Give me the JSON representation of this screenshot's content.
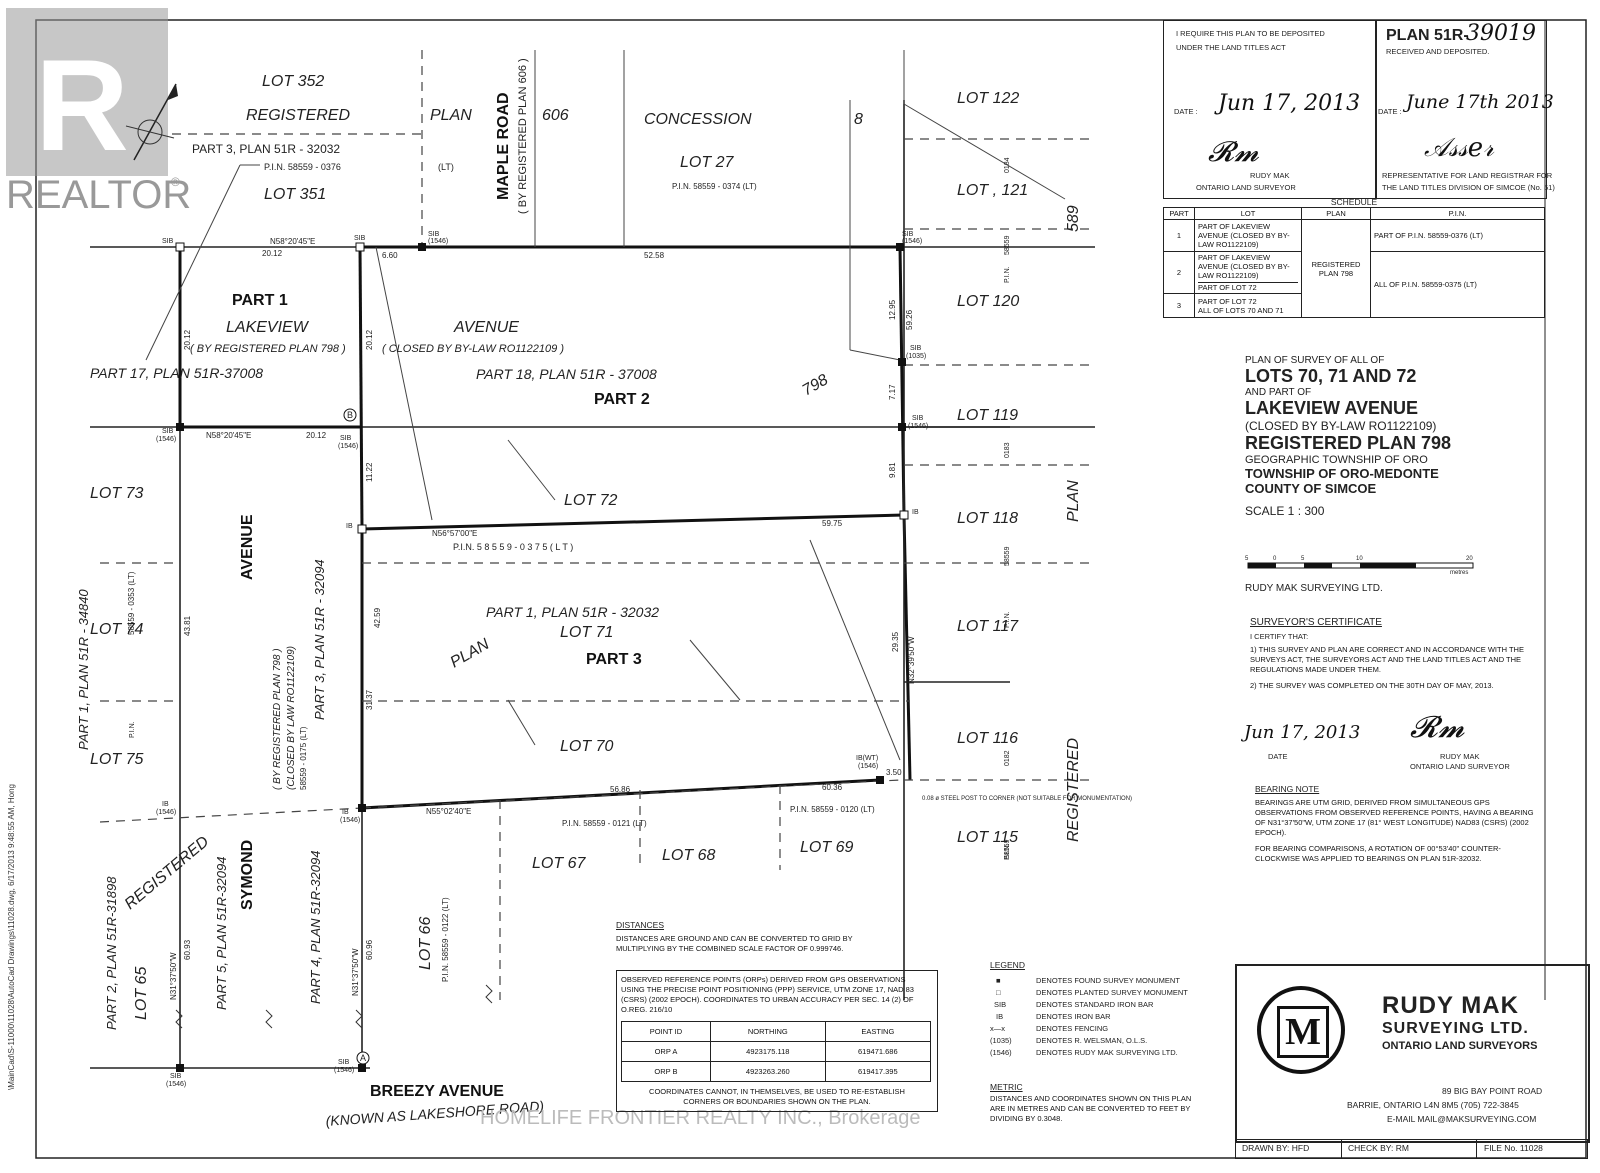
{
  "watermark": {
    "brand": "REALTOR",
    "footer": "HOMELIFE FRONTIER REALTY INC., Brokerage",
    "side_path": "\\MainCad\\S-11000\\11028\\AutoCad Drawings\\11028.dwg, 6/17/2013 9:48:55 AM, Hong"
  },
  "header_left": {
    "line1": "I REQUIRE THIS PLAN TO BE DEPOSITED",
    "line2": "UNDER THE LAND TITLES ACT",
    "date_label": "DATE :",
    "date_value": "Jun 17, 2013",
    "signer": "RUDY MAK",
    "signer_title": "ONTARIO LAND SURVEYOR"
  },
  "header_right": {
    "plan_label": "PLAN 51R-",
    "plan_number": "39019",
    "received": "RECEIVED AND DEPOSITED.",
    "date_label": "DATE :",
    "date_value": "June 17th 2013",
    "rep_line1": "REPRESENTATIVE FOR LAND REGISTRAR FOR",
    "rep_line2": "THE LAND TITLES DIVISION OF SIMCOE (No. 51)"
  },
  "schedule": {
    "title": "SCHEDULE",
    "headers": [
      "PART",
      "LOT",
      "PLAN",
      "P.I.N."
    ],
    "rows": [
      {
        "part": "1",
        "lot": "PART OF LAKEVIEW AVENUE (CLOSED BY BY-LAW RO1122109)",
        "pin": "PART OF P.I.N. 58559-0376 (LT)"
      },
      {
        "part": "2",
        "lot": "PART OF LAKEVIEW AVENUE (CLOSED BY BY-LAW RO1122109)",
        "lot2": "PART OF LOT 72",
        "pin": "ALL OF P.I.N. 58559-0375 (LT)"
      },
      {
        "part": "3",
        "lot": "PART OF LOT 72",
        "lot2": "ALL OF LOTS 70 AND 71"
      }
    ],
    "plan_cell": "REGISTERED PLAN 798"
  },
  "title_block": {
    "l1": "PLAN OF SURVEY OF ALL OF",
    "l2": "LOTS 70, 71 AND 72",
    "l3": "AND PART OF",
    "l4": "LAKEVIEW AVENUE",
    "l5": "(CLOSED BY BY-LAW RO1122109)",
    "l6": "REGISTERED PLAN 798",
    "l7": "GEOGRAPHIC TOWNSHIP OF ORO",
    "l8": "TOWNSHIP OF ORO-MEDONTE",
    "l9": "COUNTY OF SIMCOE",
    "scale": "SCALE  1 :  300",
    "scale_ticks": [
      "5",
      "0",
      "5",
      "10",
      "20"
    ],
    "scale_unit": "metres",
    "company": "RUDY MAK SURVEYING LTD."
  },
  "certificate": {
    "title": "SURVEYOR'S CERTIFICATE",
    "intro": "I CERTIFY THAT:",
    "p1": "1) THIS SURVEY AND PLAN ARE CORRECT AND IN ACCORDANCE WITH THE SURVEYS ACT, THE SURVEYORS ACT AND THE LAND TITLES ACT AND THE REGULATIONS MADE UNDER THEM.",
    "p2": "2) THE SURVEY WAS COMPLETED ON THE 30TH DAY OF MAY, 2013.",
    "date_value": "Jun 17, 2013",
    "date_label": "DATE",
    "signer": "RUDY MAK",
    "signer_title": "ONTARIO LAND SURVEYOR"
  },
  "bearing_note": {
    "title": "BEARING NOTE",
    "p1": "BEARINGS ARE UTM GRID, DERIVED FROM SIMULTANEOUS GPS OBSERVATIONS FROM OBSERVED REFERENCE POINTS, HAVING A BEARING OF N31°37'50\"W, UTM ZONE 17 (81° WEST LONGITUDE) NAD83 (CSRS) (2002 EPOCH).",
    "p2": "FOR BEARING COMPARISONS, A ROTATION OF 00°53'40\" COUNTER-CLOCKWISE WAS APPLIED TO BEARINGS ON PLAN 51R-32032."
  },
  "distances": {
    "title": "DISTANCES",
    "text": "DISTANCES ARE GROUND AND CAN BE CONVERTED TO GRID BY MULTIPLYING BY THE COMBINED SCALE FACTOR OF 0.999746.",
    "orp_text": "OBSERVED REFERENCE POINTS (ORPs) DERIVED FROM GPS OBSERVATIONS USING THE PRECISE POINT POSITIONING (PPP) SERVICE, UTM ZONE 17, NAD 83 (CSRS) (2002 EPOCH). COORDINATES TO URBAN ACCURACY PER SEC. 14 (2) OF O.REG. 216/10",
    "headers": [
      "POINT ID",
      "NORTHING",
      "EASTING"
    ],
    "rows": [
      [
        "ORP A",
        "4923175.118",
        "619471.686"
      ],
      [
        "ORP B",
        "4923263.260",
        "619417.395"
      ]
    ],
    "foot": "COORDINATES CANNOT, IN THEMSELVES, BE USED TO RE-ESTABLISH CORNERS OR BOUNDARIES SHOWN ON THE PLAN."
  },
  "legend": {
    "title": "LEGEND",
    "items": [
      {
        "sym": "■",
        "text": "DENOTES  FOUND SURVEY MONUMENT"
      },
      {
        "sym": "□",
        "text": "DENOTES  PLANTED SURVEY MONUMENT"
      },
      {
        "sym": "SIB",
        "text": "DENOTES  STANDARD IRON BAR"
      },
      {
        "sym": "IB",
        "text": "DENOTES  IRON BAR"
      },
      {
        "sym": "x—x",
        "text": "DENOTES  FENCING"
      },
      {
        "sym": "(1035)",
        "text": "DENOTES  R. WELSMAN, O.L.S."
      },
      {
        "sym": "(1546)",
        "text": "DENOTES  RUDY MAK SURVEYING LTD."
      }
    ]
  },
  "metric": {
    "title": "METRIC",
    "text": "DISTANCES AND COORDINATES SHOWN ON THIS PLAN ARE IN METRES AND CAN BE CONVERTED TO FEET BY DIVIDING BY 0.3048."
  },
  "company_block": {
    "logo_letter": "M",
    "name1": "RUDY MAK",
    "name2": "SURVEYING LTD.",
    "name3": "ONTARIO LAND SURVEYORS",
    "addr1": "89 BIG BAY POINT ROAD",
    "addr2": "BARRIE, ONTARIO L4N 8M5  (705) 722-3845",
    "addr3": "E-MAIL MAIL@MAKSURVEYING.COM",
    "drawn": "DRAWN BY:  HFD",
    "check": "CHECK BY:  RM",
    "file": "FILE No. 11028"
  },
  "map": {
    "lot352": "LOT  352",
    "registered_top": "REGISTERED",
    "plan606": "PLAN",
    "n606": "606",
    "part3_plan": "PART  3,  PLAN  51R  -  32032",
    "pin0376": "P.I.N.     58559     -     0376",
    "lt": "(LT)",
    "lot351": "LOT  351",
    "maple": "MAPLE  ROAD",
    "maple_sub": "( BY REGISTERED PLAN 606 )",
    "concession": "CONCESSION",
    "c8": "8",
    "lot27": "LOT          27",
    "pin0374": "P.I.N.  58559   -   0374  (LT)",
    "lot122": "LOT   122",
    "lot121": "LOT  ,  121",
    "n589": "589",
    "lot120": "LOT   120",
    "lot119": "LOT   119",
    "lot118": "LOT   118",
    "plan_r": "PLAN",
    "lot117": "LOT   117",
    "lot116": "LOT   116",
    "lot115": "LOT   115",
    "registered_r": "REGISTERED",
    "part1": "PART 1",
    "lakeview": "LAKEVIEW",
    "avenue": "AVENUE",
    "by798": "( BY REGISTERED PLAN 798 )",
    "closed": "( CLOSED BY BY-LAW RO1122109 )",
    "part17": "PART 17,    PLAN 51R-37008",
    "part18": "PART  18,  PLAN  51R  -  37008",
    "part2": "PART 2",
    "n798": "798",
    "lot72": "LOT     72",
    "lot71": "LOT     71",
    "lot70": "LOT     70",
    "pin0375": "P.I.N.      5 8 5 5 9      -      0 3 7 5      ( L T )",
    "part1_32032": "PART  1,  PLAN  51R  -  32032",
    "plan_mid": "PLAN",
    "part3": "PART 3",
    "lot73": "LOT  73",
    "lot74": "LOT  74",
    "lot75": "LOT  75",
    "avenue_v": "AVENUE",
    "part1_34840": "PART  1,   PLAN   51R  -  34840",
    "pin0353": "58559    -    0353    (LT)",
    "pin_l": "P.I.N.",
    "by798_v": "( BY REGISTERED PLAN 798 )",
    "closed_v": "(CLOSED BY LAW RO1122109)",
    "pin0175": "58559   -   0175   (LT)",
    "part3_32094": "PART  3,  PLAN  51R  -  32094",
    "lot65": "LOT  65",
    "part2_31898": "PART 2, PLAN 51R-31898",
    "registered_l": "REGISTERED",
    "symond": "SYMOND",
    "part5": "PART 5, PLAN 51R-32094",
    "part4": "PART 4, PLAN 51R-32094",
    "lot66": "LOT  66",
    "pin0122": "P.I.N.  58559  -  0122  (LT)",
    "lot67": "LOT    67",
    "lot68": "LOT    68",
    "lot69": "LOT    69",
    "pin0121": "P.I.N.   58559   -   0121   (LT)",
    "pin0120": "P.I.N. 58559  -  0120  (LT)",
    "breezy": "BREEZY       AVENUE",
    "lakeshore": "(KNOWN AS LAKESHORE ROAD)",
    "steel": "0.08 ø STEEL POST TO CORNER (NOT SUITABLE FOR MONUMENTATION)",
    "pin0184": "0184",
    "pin0183": "0183",
    "pin0182": "0182",
    "pin58559": "58559",
    "pin_r": "P.I.N.",
    "d_2012": "20.12",
    "d_660": "6.60",
    "d_5258": "52.58",
    "d_2012b": "20.12",
    "d_2012c": "20.12",
    "d_2012d": "20.12",
    "d_1295": "12.95",
    "d_5926": "59.26",
    "d_717": "7.17",
    "d_981": "9.81",
    "d_1122": "11.22",
    "d_4259": "42.59",
    "d_3137": "31.37",
    "d_4381": "43.81",
    "d_5975": "59.75",
    "d_2935": "29.35",
    "d_5686": "56.86",
    "d_6036": "60.36",
    "d_350": "3.50",
    "d_6093": "60.93",
    "d_6096": "60.96",
    "b1": "N58°20'45\"E",
    "b2": "N58°20'45\"E",
    "b3": "N56°57'00\"E",
    "b4": "N55°02'40\"E",
    "b5": "N32°39'50\"W",
    "b6": "N31°37'50\"W",
    "b7": "N31°37'50\"W",
    "sib": "SIB",
    "ib": "IB",
    "ibwt": "IB(WT)",
    "c1546": "(1546)",
    "c1035": "(1035)",
    "pa": "A",
    "pb": "B"
  }
}
